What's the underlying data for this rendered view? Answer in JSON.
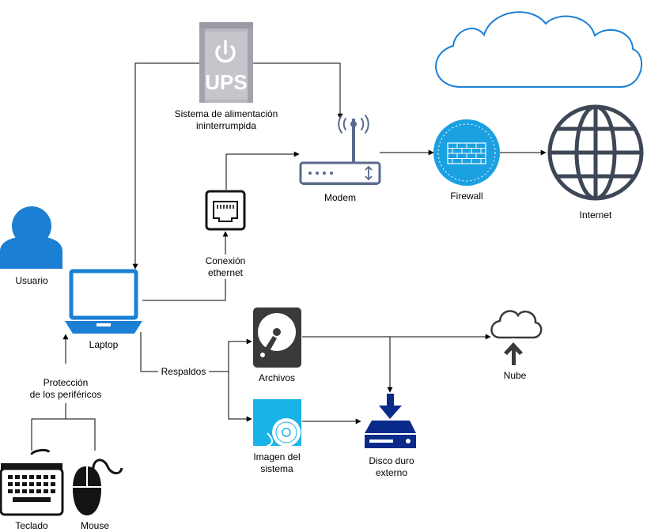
{
  "nodes": {
    "ups": {
      "label_lines": [
        "Sistema de alimentación",
        "ininterrumpida"
      ],
      "badge": "UPS",
      "icon": "power-icon"
    },
    "modem": {
      "label": "Modem",
      "icon": "router-icon"
    },
    "firewall": {
      "label": "Firewall",
      "icon": "firewall-icon"
    },
    "internet": {
      "label": "Internet",
      "icon": "globe-icon"
    },
    "cloud_top": {
      "icon": "cloud-icon"
    },
    "usuario": {
      "label": "Usuario",
      "icon": "user-icon"
    },
    "laptop": {
      "label": "Laptop",
      "icon": "laptop-icon"
    },
    "ethernet": {
      "label_lines": [
        "Conexión",
        "ethernet"
      ],
      "icon": "ethernet-port-icon"
    },
    "archivos": {
      "label": "Archivos",
      "icon": "hard-disk-icon"
    },
    "imagen": {
      "label_lines": [
        "Imagen del",
        "sistema"
      ],
      "icon": "disc-image-icon"
    },
    "nube": {
      "label": "Nube",
      "icon": "cloud-upload-icon"
    },
    "disco": {
      "label_lines": [
        "Disco duro",
        "externo"
      ],
      "icon": "download-drive-icon"
    },
    "teclado": {
      "label": "Teclado",
      "icon": "keyboard-icon"
    },
    "mouse": {
      "label": "Mouse",
      "icon": "mouse-icon"
    }
  },
  "edges": {
    "respaldos": "Respaldos",
    "proteccion_lines": [
      "Protección",
      "de los periféricos"
    ]
  },
  "colors": {
    "blue": "#1b7fd4",
    "ups_gray": "#b7b7c0",
    "firewall": "#1ba1e2",
    "globe": "#3e4756",
    "dark": "#141414",
    "navy": "#0a2a8a",
    "router": "#5a6a8c"
  }
}
